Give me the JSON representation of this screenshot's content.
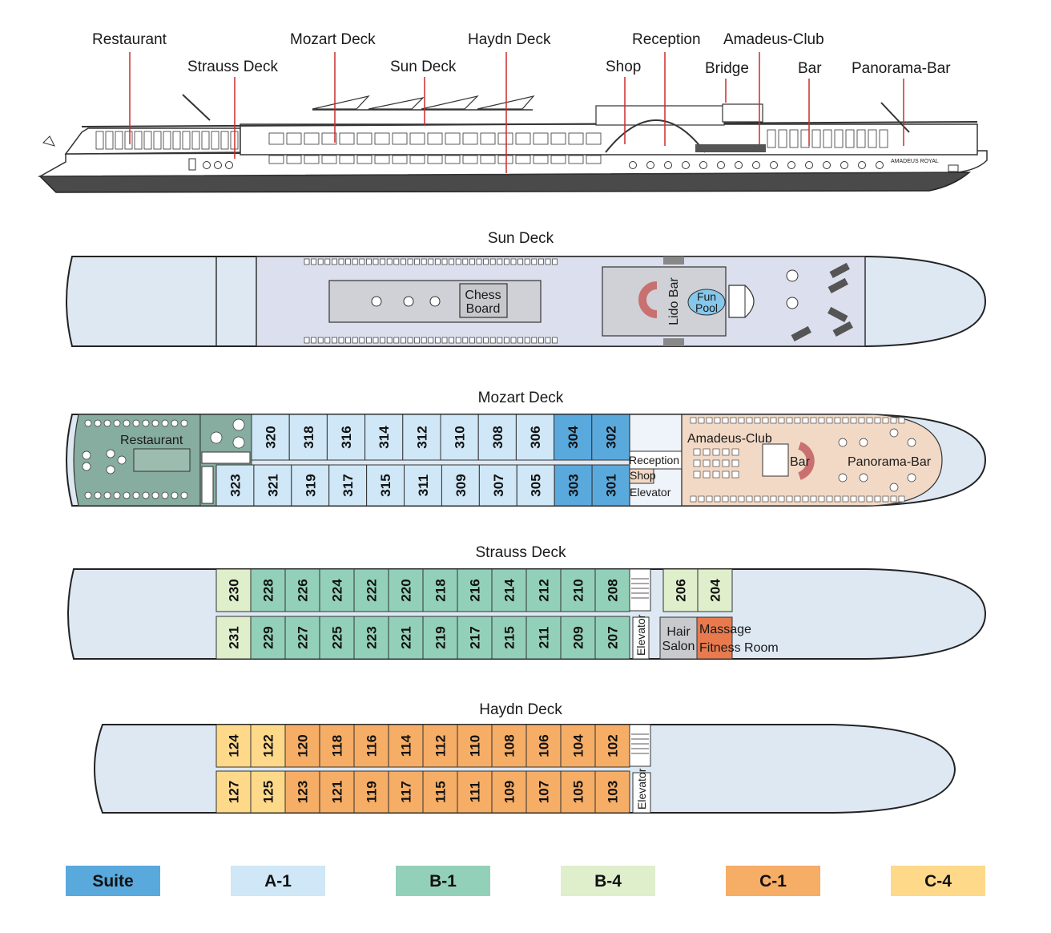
{
  "colors": {
    "suite": "#5aa9dd",
    "a1": "#cfe7f6",
    "b1": "#93d0ba",
    "b4": "#dfeecb",
    "c1": "#f6ad66",
    "c4": "#fed98a",
    "hull": "#dde8f3",
    "sun_deck_floor": "#dcdfee",
    "restaurant": "#86ad9f",
    "lounge": "#f1d9c6",
    "leader": "#cc2a2a"
  },
  "profile": {
    "callouts": [
      "Restaurant",
      "Strauss Deck",
      "Mozart Deck",
      "Sun Deck",
      "Haydn Deck",
      "Reception",
      "Shop",
      "Amadeus-Club",
      "Bridge",
      "Bar",
      "Panorama-Bar"
    ],
    "ship_name": "AMADEUS ROYAL"
  },
  "sun_deck": {
    "title": "Sun Deck",
    "chess_board": [
      "Chess",
      "Board"
    ],
    "lido_bar": "Lido Bar",
    "fun_pool": [
      "Fun",
      "Pool"
    ]
  },
  "mozart_deck": {
    "title": "Mozart Deck",
    "restaurant": "Restaurant",
    "amadeus_club": "Amadeus-Club",
    "reception": "Reception",
    "shop": "Shop",
    "elevator": "Elevator",
    "bar": "Bar",
    "panorama_bar": "Panorama-Bar",
    "top_row": [
      {
        "num": "320",
        "cat": "a1"
      },
      {
        "num": "318",
        "cat": "a1"
      },
      {
        "num": "316",
        "cat": "a1"
      },
      {
        "num": "314",
        "cat": "a1"
      },
      {
        "num": "312",
        "cat": "a1"
      },
      {
        "num": "310",
        "cat": "a1"
      },
      {
        "num": "308",
        "cat": "a1"
      },
      {
        "num": "306",
        "cat": "a1"
      },
      {
        "num": "304",
        "cat": "suite"
      },
      {
        "num": "302",
        "cat": "suite"
      }
    ],
    "bottom_row": [
      {
        "num": "323",
        "cat": "a1"
      },
      {
        "num": "321",
        "cat": "a1"
      },
      {
        "num": "319",
        "cat": "a1"
      },
      {
        "num": "317",
        "cat": "a1"
      },
      {
        "num": "315",
        "cat": "a1"
      },
      {
        "num": "311",
        "cat": "a1"
      },
      {
        "num": "309",
        "cat": "a1"
      },
      {
        "num": "307",
        "cat": "a1"
      },
      {
        "num": "305",
        "cat": "a1"
      },
      {
        "num": "303",
        "cat": "suite"
      },
      {
        "num": "301",
        "cat": "suite"
      }
    ]
  },
  "strauss_deck": {
    "title": "Strauss Deck",
    "elevator": "Elevator",
    "hair_salon": [
      "Hair",
      "Salon"
    ],
    "massage": "Massage",
    "fitness_room": "Fitness Room",
    "top_row": [
      {
        "num": "230",
        "cat": "b4"
      },
      {
        "num": "228",
        "cat": "b1"
      },
      {
        "num": "226",
        "cat": "b1"
      },
      {
        "num": "224",
        "cat": "b1"
      },
      {
        "num": "222",
        "cat": "b1"
      },
      {
        "num": "220",
        "cat": "b1"
      },
      {
        "num": "218",
        "cat": "b1"
      },
      {
        "num": "216",
        "cat": "b1"
      },
      {
        "num": "214",
        "cat": "b1"
      },
      {
        "num": "212",
        "cat": "b1"
      },
      {
        "num": "210",
        "cat": "b1"
      },
      {
        "num": "208",
        "cat": "b1"
      }
    ],
    "fore_top": [
      {
        "num": "206",
        "cat": "b4"
      },
      {
        "num": "204",
        "cat": "b4"
      }
    ],
    "bottom_row": [
      {
        "num": "231",
        "cat": "b4"
      },
      {
        "num": "229",
        "cat": "b1"
      },
      {
        "num": "227",
        "cat": "b1"
      },
      {
        "num": "225",
        "cat": "b1"
      },
      {
        "num": "223",
        "cat": "b1"
      },
      {
        "num": "221",
        "cat": "b1"
      },
      {
        "num": "219",
        "cat": "b1"
      },
      {
        "num": "217",
        "cat": "b1"
      },
      {
        "num": "215",
        "cat": "b1"
      },
      {
        "num": "211",
        "cat": "b1"
      },
      {
        "num": "209",
        "cat": "b1"
      },
      {
        "num": "207",
        "cat": "b1"
      }
    ]
  },
  "haydn_deck": {
    "title": "Haydn Deck",
    "elevator": "Elevator",
    "top_row": [
      {
        "num": "124",
        "cat": "c4"
      },
      {
        "num": "122",
        "cat": "c4"
      },
      {
        "num": "120",
        "cat": "c1"
      },
      {
        "num": "118",
        "cat": "c1"
      },
      {
        "num": "116",
        "cat": "c1"
      },
      {
        "num": "114",
        "cat": "c1"
      },
      {
        "num": "112",
        "cat": "c1"
      },
      {
        "num": "110",
        "cat": "c1"
      },
      {
        "num": "108",
        "cat": "c1"
      },
      {
        "num": "106",
        "cat": "c1"
      },
      {
        "num": "104",
        "cat": "c1"
      },
      {
        "num": "102",
        "cat": "c1"
      }
    ],
    "bottom_row": [
      {
        "num": "127",
        "cat": "c4"
      },
      {
        "num": "125",
        "cat": "c4"
      },
      {
        "num": "123",
        "cat": "c1"
      },
      {
        "num": "121",
        "cat": "c1"
      },
      {
        "num": "119",
        "cat": "c1"
      },
      {
        "num": "117",
        "cat": "c1"
      },
      {
        "num": "115",
        "cat": "c1"
      },
      {
        "num": "111",
        "cat": "c1"
      },
      {
        "num": "109",
        "cat": "c1"
      },
      {
        "num": "107",
        "cat": "c1"
      },
      {
        "num": "105",
        "cat": "c1"
      },
      {
        "num": "103",
        "cat": "c1"
      }
    ]
  },
  "legend": [
    {
      "label": "Suite",
      "cat": "suite"
    },
    {
      "label": "A-1",
      "cat": "a1"
    },
    {
      "label": "B-1",
      "cat": "b1"
    },
    {
      "label": "B-4",
      "cat": "b4"
    },
    {
      "label": "C-1",
      "cat": "c1"
    },
    {
      "label": "C-4",
      "cat": "c4"
    }
  ]
}
